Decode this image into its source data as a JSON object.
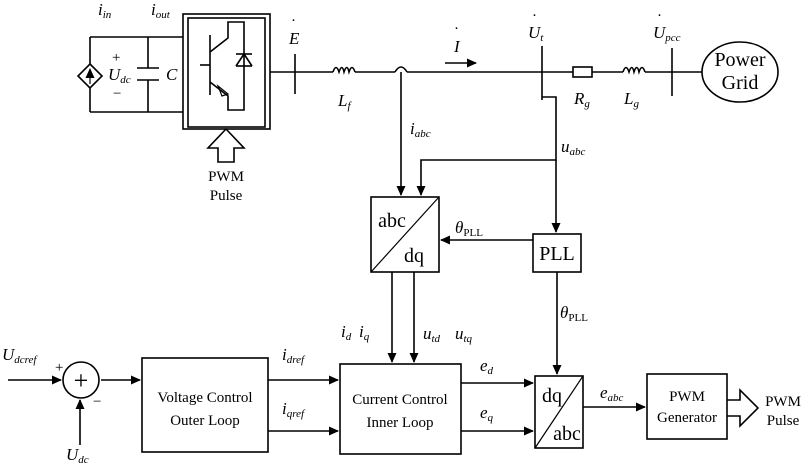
{
  "labels": {
    "i_in": "i",
    "i_in_sub": "in",
    "i_out": "i",
    "i_out_sub": "out",
    "plus_sign": "+",
    "U_dc_left": "U",
    "U_dc_left_sub": "dc",
    "minus_sign": "−",
    "C": "C",
    "E": "E",
    "I": "I",
    "U_t": "U",
    "U_t_sub": "t",
    "U_pcc": "U",
    "U_pcc_sub": "pcc",
    "L_f": "L",
    "L_f_sub": "f",
    "R_g": "R",
    "R_g_sub": "g",
    "L_g": "L",
    "L_g_sub": "g",
    "i_abc": "i",
    "i_abc_sub": "abc",
    "u_abc": "u",
    "u_abc_sub": "abc",
    "theta_pll_1": "θ",
    "theta_pll_1_sub": "PLL",
    "theta_pll_2": "θ",
    "theta_pll_2_sub": "PLL",
    "i_d": "i",
    "i_d_sub": "d",
    "i_q": "i",
    "i_q_sub": "q",
    "u_td": "u",
    "u_td_sub": "td",
    "u_tq": "u",
    "u_tq_sub": "tq",
    "U_dcref": "U",
    "U_dcref_sub": "dcref",
    "sum_plus": "+",
    "sum_minus": "−",
    "U_dc_bottom": "U",
    "U_dc_bottom_sub": "dc",
    "i_dref": "i",
    "i_dref_sub": "dref",
    "i_qref": "i",
    "i_qref_sub": "qref",
    "e_d": "e",
    "e_d_sub": "d",
    "e_q": "e",
    "e_q_sub": "q",
    "e_abc": "e",
    "e_abc_sub": "abc"
  },
  "blocks": {
    "power_grid_line1": "Power",
    "power_grid_line2": "Grid",
    "pwm_pulse_top_line1": "PWM",
    "pwm_pulse_top_line2": "Pulse",
    "abc_dq_top": "abc",
    "abc_dq_bottom": "dq",
    "pll": "PLL",
    "voltage_control_line1": "Voltage Control",
    "voltage_control_line2": "Outer Loop",
    "current_control_line1": "Current Control",
    "current_control_line2": "Inner Loop",
    "dq_abc_top": "dq",
    "dq_abc_bottom": "abc",
    "pwm_generator_line1": "PWM",
    "pwm_generator_line2": "Generator",
    "pwm_pulse_out_line1": "PWM",
    "pwm_pulse_out_line2": "Pulse"
  }
}
